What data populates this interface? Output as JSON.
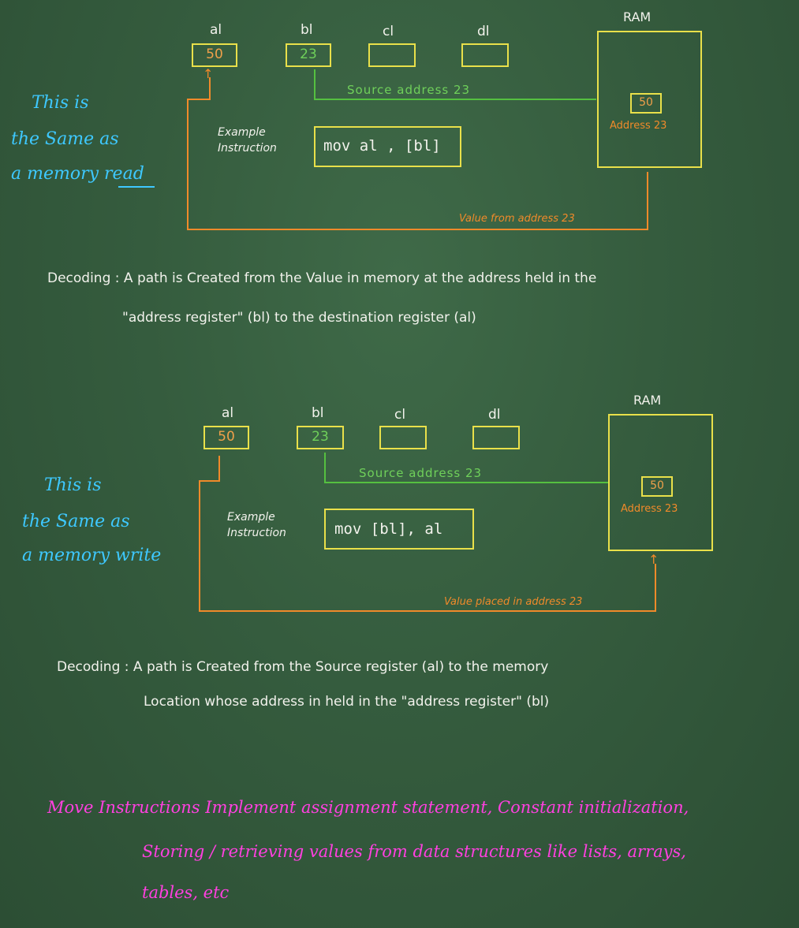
{
  "panels": [
    {
      "registers": [
        {
          "name": "al",
          "value": "50"
        },
        {
          "name": "bl",
          "value": "23"
        },
        {
          "name": "cl",
          "value": ""
        },
        {
          "name": "dl",
          "value": ""
        }
      ],
      "ram_label": "RAM",
      "ram_cell_value": "50",
      "ram_address_label": "Address 23",
      "source_address_label": "Source address 23",
      "value_label": "Value from address 23",
      "example_label_1": "Example",
      "example_label_2": "Instruction",
      "instruction": "mov  al , [bl]",
      "side_note": [
        "This is",
        "the Same as",
        "a memory read"
      ],
      "decoding_line_1": "Decoding : A path is Created from the Value in memory at the address held in the",
      "decoding_line_2": "\"address register\" (bl) to the destination register (al)"
    },
    {
      "registers": [
        {
          "name": "al",
          "value": "50"
        },
        {
          "name": "bl",
          "value": "23"
        },
        {
          "name": "cl",
          "value": ""
        },
        {
          "name": "dl",
          "value": ""
        }
      ],
      "ram_label": "RAM",
      "ram_cell_value": "50",
      "ram_address_label": "Address 23",
      "source_address_label": "Source address 23",
      "value_label": "Value placed in address 23",
      "example_label_1": "Example",
      "example_label_2": "Instruction",
      "instruction": "mov [bl], al",
      "side_note": [
        "This is",
        "the Same as",
        "a memory write"
      ],
      "decoding_line_1": "Decoding : A path is Created from the Source register (al) to the memory",
      "decoding_line_2": "Location whose address in held in the \"address register\" (bl)"
    }
  ],
  "summary": [
    "Move Instructions Implement assignment statement, Constant initialization,",
    "Storing / retrieving values from data structures like lists, arrays,",
    "tables, etc"
  ]
}
